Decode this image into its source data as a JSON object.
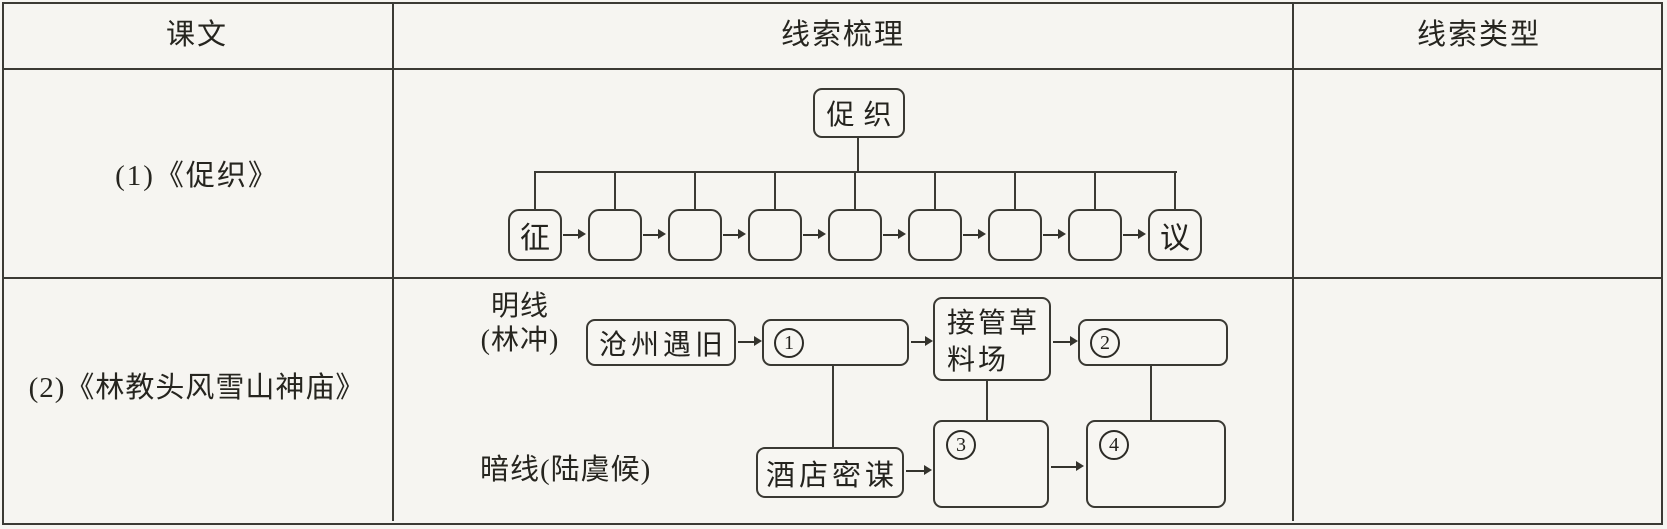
{
  "page": {
    "background": "#f6f5f1",
    "line_color": "#3b3a34"
  },
  "table": {
    "headers": {
      "lesson": "课文",
      "clue_outline": "线索梳理",
      "clue_type": "线索类型"
    },
    "rows": [
      {
        "lesson": "(1)《促织》",
        "clue_type": ""
      },
      {
        "lesson": "(2)《林教头风雪山神庙》",
        "clue_type": ""
      }
    ]
  },
  "diagram_cuzhi": {
    "root": "促织",
    "sequence": [
      "征",
      "",
      "",
      "",
      "",
      "",
      "",
      "",
      "议"
    ]
  },
  "diagram_linjiaotou": {
    "bright_label_line1": "明线",
    "bright_label_line2": "(林冲)",
    "dark_label": "暗线(陆虞候)",
    "box_cangzhou": "沧州遇旧",
    "blank1_digit": "1",
    "box_jieguan": "接管草料场",
    "blank2_digit": "2",
    "box_jiudian": "酒店密谋",
    "blank3_digit": "3",
    "blank4_digit": "4"
  }
}
